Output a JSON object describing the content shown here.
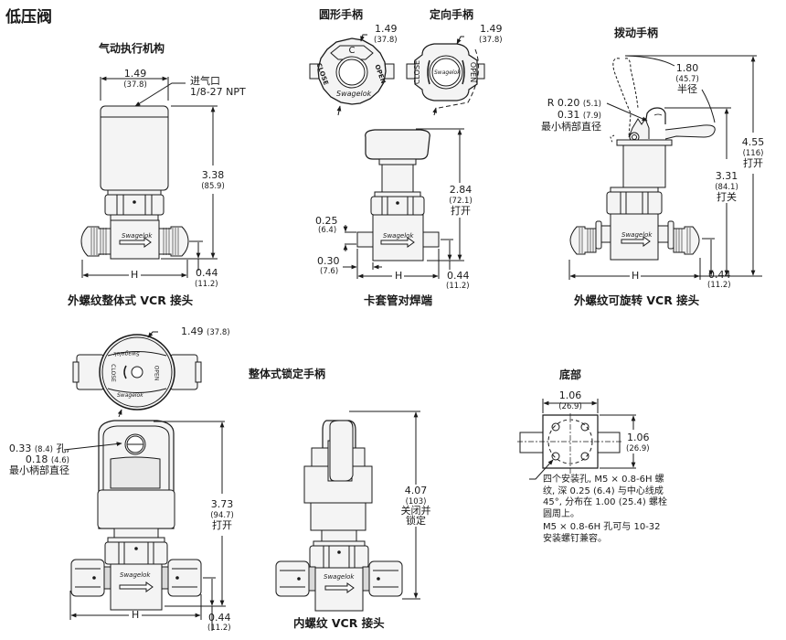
{
  "page_title": "低压阀",
  "colors": {
    "ink": "#1a1a1a",
    "body_fill": "#f4f4f4",
    "shade": "#d9d9d9"
  },
  "sections": {
    "pneumatic": {
      "title": "气动执行机构",
      "width_in": "1.49",
      "width_mm": "(37.8)",
      "inlet_label": "进气口",
      "inlet_spec": "1/8-27 NPT",
      "height_in": "3.38",
      "height_mm": "(85.9)",
      "offset_in": "0.44",
      "offset_mm": "(11.2)",
      "h_label": "H",
      "caption": "外螺纹整体式 VCR 接头",
      "logo": "Swagelok"
    },
    "round_handle": {
      "title": "圆形手柄",
      "dia_in": "1.49",
      "dia_mm": "(37.8)",
      "close": "CLOSE",
      "open": "OPEN",
      "c_mark": "C",
      "logo": "Swagelok"
    },
    "directional_handle": {
      "title": "定向手柄",
      "dia_in": "1.49",
      "dia_mm": "(37.8)",
      "close": "CLOSE",
      "open": "OPEN",
      "logo": "Swagelok"
    },
    "tube_butt_weld": {
      "height_in": "2.84",
      "height_mm": "(72.1)",
      "height_note": "打开",
      "wall_in": "0.25",
      "wall_mm": "(6.4)",
      "stub_in": "0.30",
      "stub_mm": "(7.6)",
      "offset_in": "0.44",
      "offset_mm": "(11.2)",
      "h_label": "H",
      "caption": "卡套管对焊端",
      "logo": "Swagelok"
    },
    "toggle_handle": {
      "title": "拨动手柄",
      "radius_in": "1.80",
      "radius_mm": "(45.7)",
      "radius_note": "半径",
      "r_label": "R 0.20",
      "r_mm": "(5.1)",
      "min_dia_in": "0.31",
      "min_dia_mm": "(7.9)",
      "min_dia_note": "最小柄部直径",
      "total_in": "4.55",
      "total_mm": "(116)",
      "total_note": "打开",
      "body_in": "3.31",
      "body_mm": "(84.1)",
      "body_note": "打关",
      "offset_in": "0.44",
      "offset_mm": "(11.2)",
      "h_label": "H",
      "caption": "外螺纹可旋转 VCR 接头",
      "logo": "Swagelok"
    },
    "locking_handle": {
      "top_dia_in": "1.49",
      "top_dia_mm": "(37.8)",
      "hole_in": "0.33",
      "hole_mm": "(8.4)",
      "hole_note": "孔,",
      "min_dia_in": "0.18",
      "min_dia_mm": "(4.6)",
      "min_dia_note": "最小柄部直径",
      "height_in": "3.73",
      "height_mm": "(94.7)",
      "height_note": "打开",
      "offset_in": "0.44",
      "offset_mm": "(11.2)",
      "h_label": "H",
      "close": "CLOSE",
      "open": "OPEN",
      "logo": "Swagelok"
    },
    "integral_lock": {
      "title": "整体式锁定手柄",
      "height_in": "4.07",
      "height_mm": "(103)",
      "height_note_1": "关闭并",
      "height_note_2": "锁定",
      "caption": "内螺纹 VCR 接头",
      "logo": "Swagelok"
    },
    "bottom": {
      "title": "底部",
      "width_in": "1.06",
      "width_mm": "(26.9)",
      "height_in": "1.06",
      "height_mm": "(26.9)",
      "note_1": "四个安装孔, M5 × 0.8-6H 螺纹, 深 0.25 (6.4) 与中心线成 45°, 分布在 1.00 (25.4) 螺栓圆周上。",
      "note_2": "M5 × 0.8-6H 孔可与 10-32 安装螺钉兼容。"
    }
  }
}
